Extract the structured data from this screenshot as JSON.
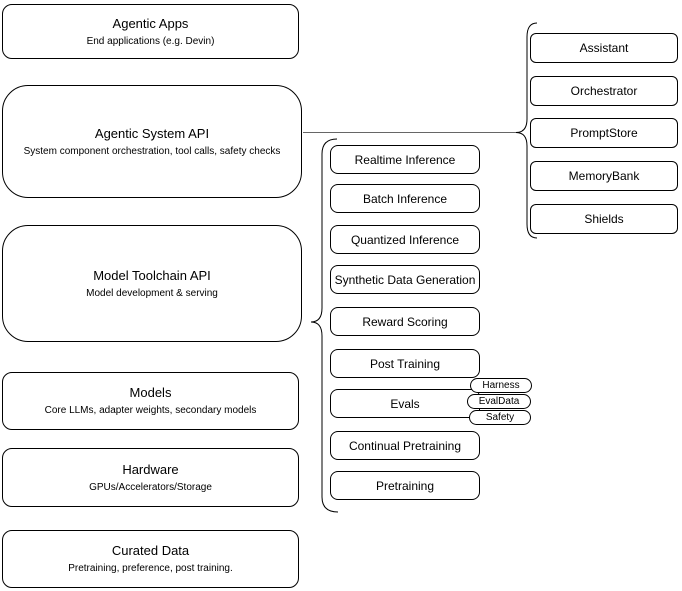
{
  "diagram": {
    "title": "Agentic stack architecture diagram",
    "colors": {
      "stroke": "#000000",
      "background": "#ffffff",
      "text": "#000000",
      "connector": "#666666"
    },
    "left_stack": [
      {
        "title": "Agentic Apps",
        "subtitle": "End applications (e.g. Devin)"
      },
      {
        "title": "Agentic System API",
        "subtitle": "System component orchestration, tool calls, safety checks"
      },
      {
        "title": "Model Toolchain API",
        "subtitle": "Model development & serving"
      },
      {
        "title": "Models",
        "subtitle": "Core LLMs, adapter weights, secondary models"
      },
      {
        "title": "Hardware",
        "subtitle": "GPUs/Accelerators/Storage"
      },
      {
        "title": "Curated Data",
        "subtitle": "Pretraining, preference, post training."
      }
    ],
    "toolchain_group": {
      "attached_to": "Model Toolchain API",
      "items": [
        {
          "label": "Realtime Inference"
        },
        {
          "label": "Batch Inference"
        },
        {
          "label": "Quantized Inference"
        },
        {
          "label": "Synthetic Data Generation"
        },
        {
          "label": "Reward Scoring"
        },
        {
          "label": "Post Training"
        },
        {
          "label": "Evals"
        },
        {
          "label": "Continual Pretraining"
        },
        {
          "label": "Pretraining"
        }
      ]
    },
    "evals_tags": [
      {
        "label": "Harness"
      },
      {
        "label": "EvalData"
      },
      {
        "label": "Safety"
      }
    ],
    "system_group": {
      "attached_to": "Agentic System API",
      "items": [
        {
          "label": "Assistant"
        },
        {
          "label": "Orchestrator"
        },
        {
          "label": "PromptStore"
        },
        {
          "label": "MemoryBank"
        },
        {
          "label": "Shields"
        }
      ]
    }
  }
}
